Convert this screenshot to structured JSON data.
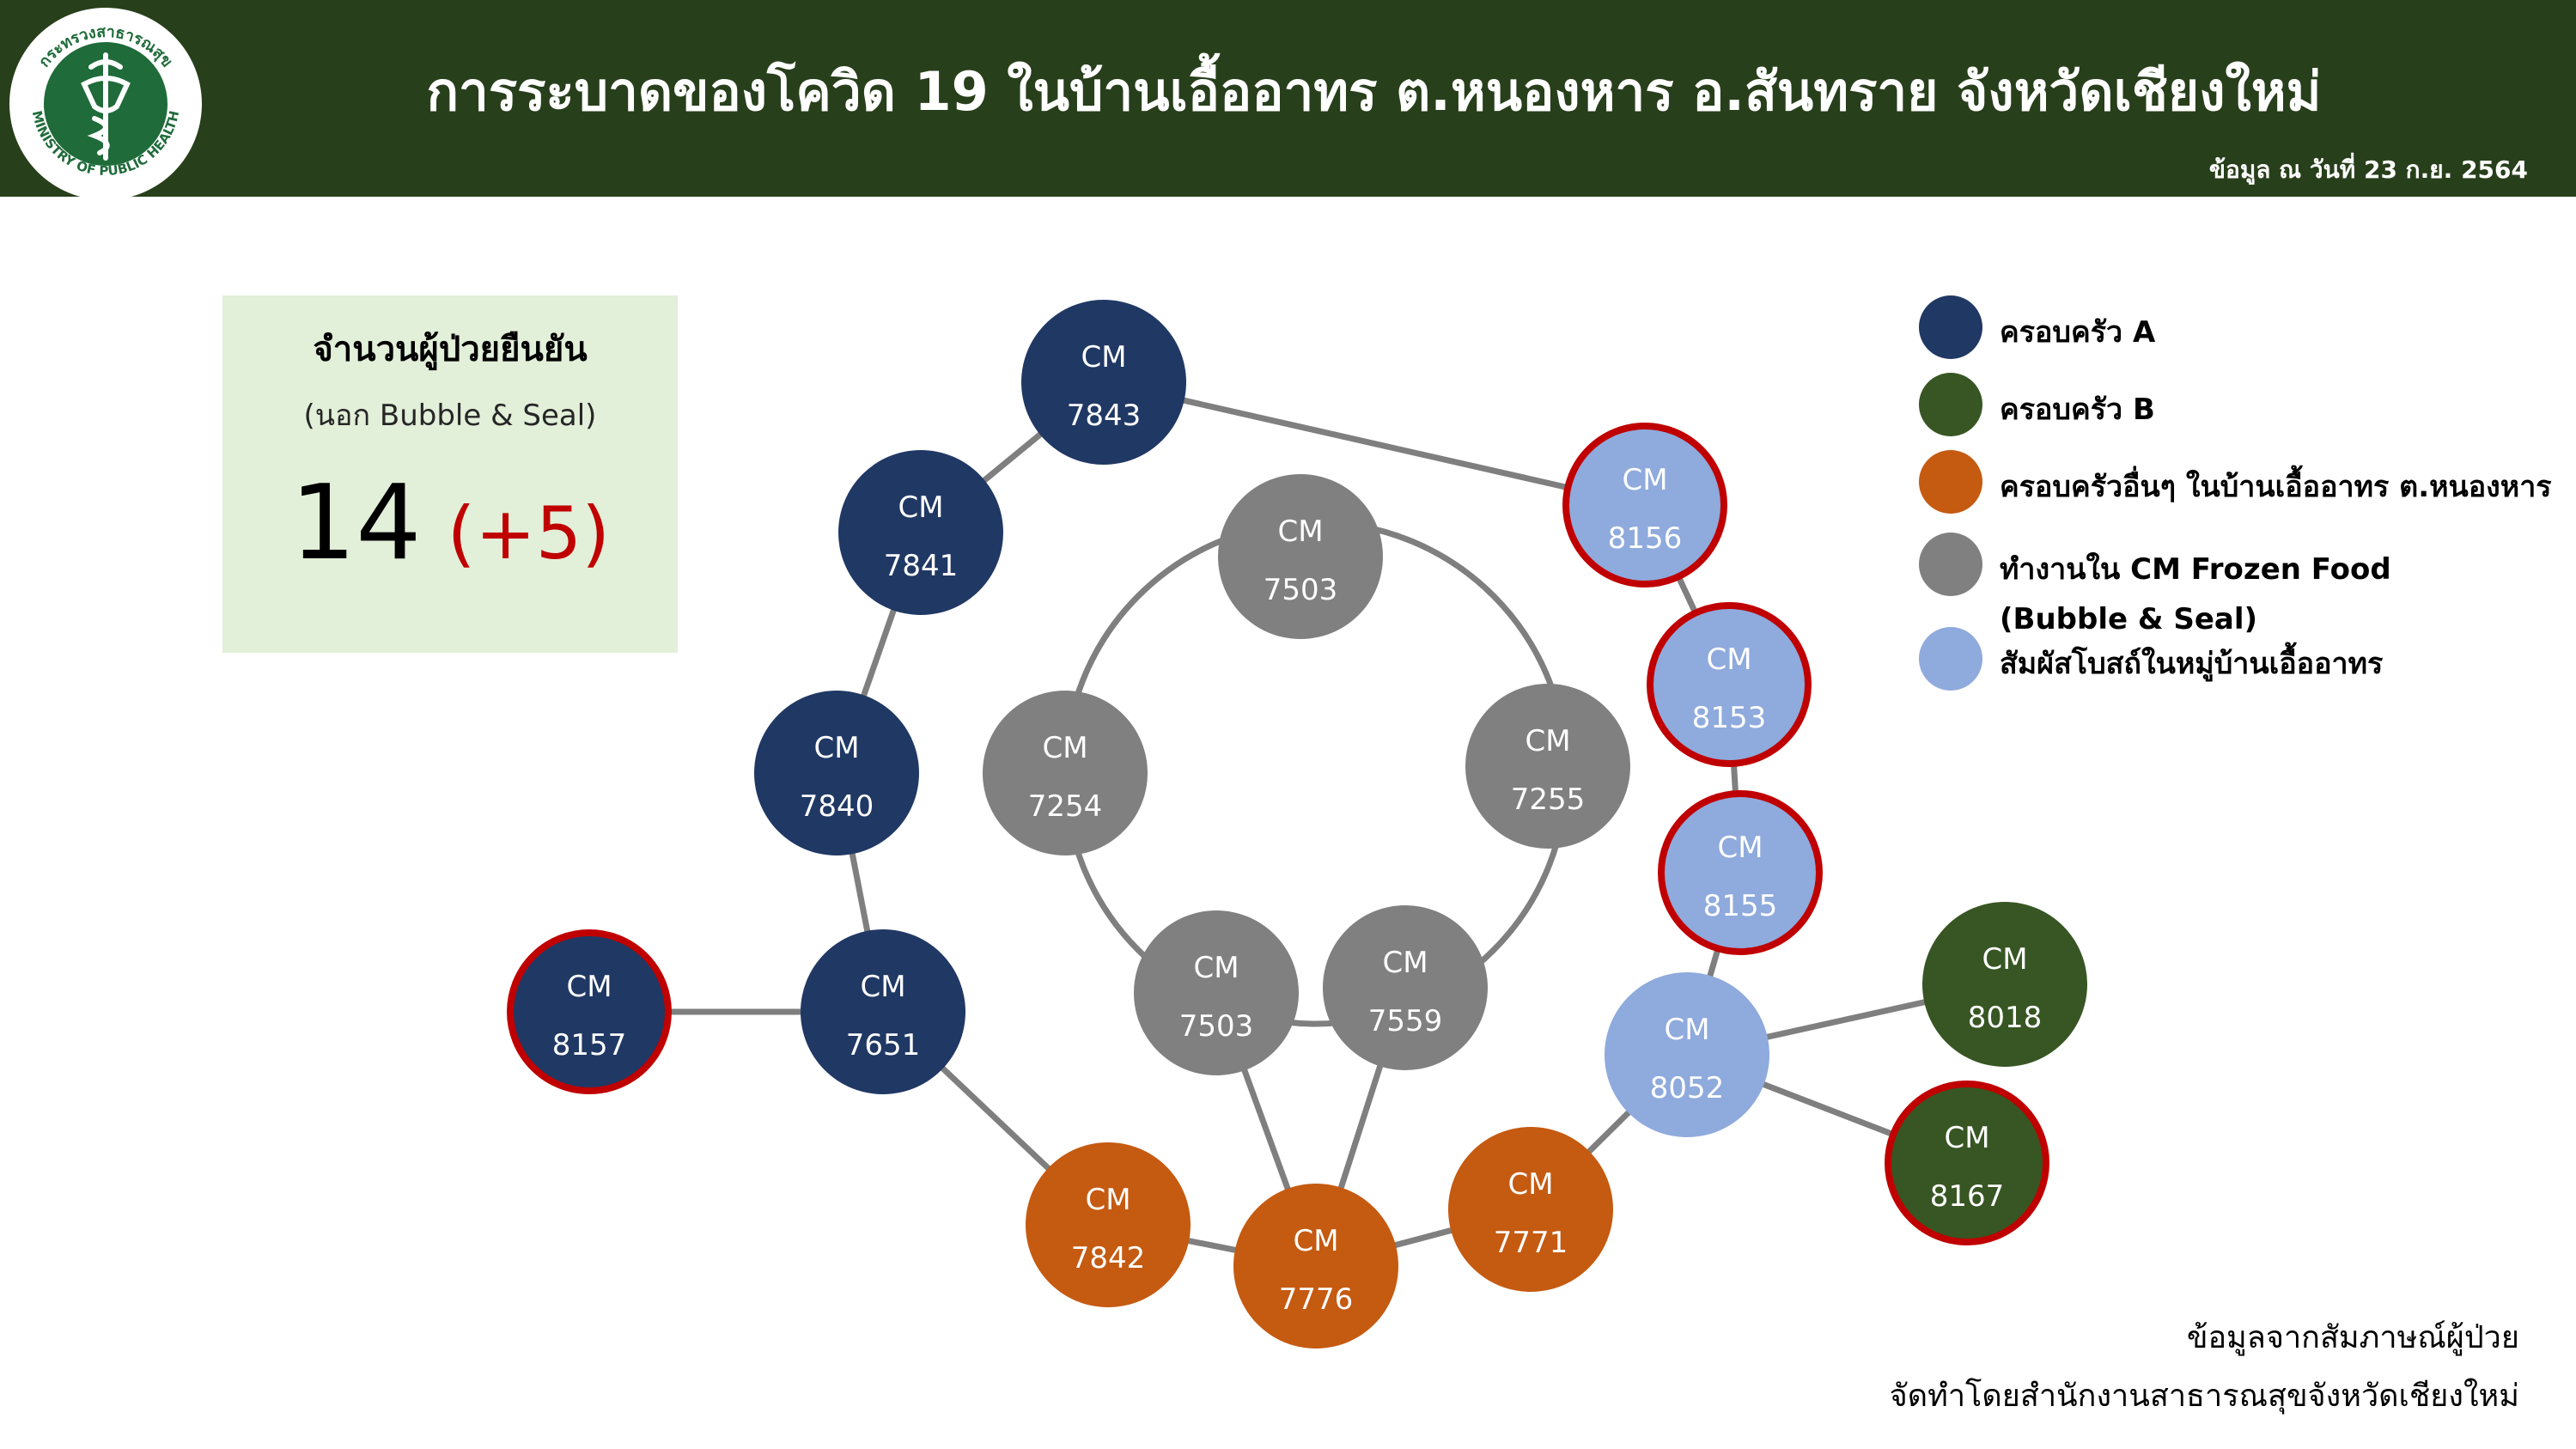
{
  "header": {
    "title": "การระบาดของโควิด 19 ในบ้านเอื้ออาทร ต.หนองหาร อ.สันทราย จังหวัดเชียงใหม่",
    "date": "ข้อมูล ณ วันที่ 23 ก.ย. 2564",
    "logo": {
      "icon": "ministry-of-public-health-seal",
      "text": "MINISTRY OF PUBLIC HEALTH",
      "thai_text": "กระทรวงสาธารณสุข",
      "bg_color": "#1f6b3a"
    }
  },
  "summary": {
    "label": "จำนวนผู้ป่วยยืนยัน",
    "sublabel": "(นอก Bubble & Seal)",
    "value": "14",
    "delta": "(+5)"
  },
  "colors": {
    "family_a": "#203864",
    "family_b": "#375623",
    "other_family": "#c55a11",
    "cm_frozen": "#808080",
    "contact": "#8faadc",
    "new_case_ring": "#c00000",
    "edge": "#7f7f7f"
  },
  "legend": [
    {
      "label": "ครอบครัว A",
      "group": "family_a"
    },
    {
      "label": "ครอบครัว B",
      "group": "family_b"
    },
    {
      "label": "ครอบครัวอื่นๆ ในบ้านเอื้ออาทร ต.หนองหาร",
      "group": "other_family"
    },
    {
      "label": "ทำงานใน CM Frozen Food",
      "label2": "(Bubble & Seal)",
      "group": "cm_frozen"
    },
    {
      "label": "สัมผัสโบสถ์ในหมู่บ้านเอื้ออาทร",
      "group": "contact"
    }
  ],
  "nodes": [
    {
      "id": "7843",
      "prefix": "CM",
      "code": "7843",
      "group": "family_a",
      "new": false
    },
    {
      "id": "7841",
      "prefix": "CM",
      "code": "7841",
      "group": "family_a",
      "new": false
    },
    {
      "id": "7840",
      "prefix": "CM",
      "code": "7840",
      "group": "family_a",
      "new": false
    },
    {
      "id": "7651",
      "prefix": "CM",
      "code": "7651",
      "group": "family_a",
      "new": false
    },
    {
      "id": "8157",
      "prefix": "CM",
      "code": "8157",
      "group": "family_a",
      "new": true
    },
    {
      "id": "7842",
      "prefix": "CM",
      "code": "7842",
      "group": "other_family",
      "new": false
    },
    {
      "id": "7776",
      "prefix": "CM",
      "code": "7776",
      "group": "other_family",
      "new": false
    },
    {
      "id": "7771",
      "prefix": "CM",
      "code": "7771",
      "group": "other_family",
      "new": false
    },
    {
      "id": "8052",
      "prefix": "CM",
      "code": "8052",
      "group": "contact",
      "new": false
    },
    {
      "id": "8155",
      "prefix": "CM",
      "code": "8155",
      "group": "contact",
      "new": true
    },
    {
      "id": "8153",
      "prefix": "CM",
      "code": "8153",
      "group": "contact",
      "new": true
    },
    {
      "id": "8156",
      "prefix": "CM",
      "code": "8156",
      "group": "contact",
      "new": true
    },
    {
      "id": "8018",
      "prefix": "CM",
      "code": "8018",
      "group": "family_b",
      "new": false
    },
    {
      "id": "8167",
      "prefix": "CM",
      "code": "8167",
      "group": "family_b",
      "new": true
    },
    {
      "id": "7503a",
      "prefix": "CM",
      "code": "7503",
      "group": "cm_frozen",
      "new": false
    },
    {
      "id": "7255",
      "prefix": "CM",
      "code": "7255",
      "group": "cm_frozen",
      "new": false
    },
    {
      "id": "7559",
      "prefix": "CM",
      "code": "7559",
      "group": "cm_frozen",
      "new": false
    },
    {
      "id": "7503b",
      "prefix": "CM",
      "code": "7503",
      "group": "cm_frozen",
      "new": false
    },
    {
      "id": "7254",
      "prefix": "CM",
      "code": "7254",
      "group": "cm_frozen",
      "new": false
    }
  ],
  "edges": [
    [
      "7843",
      "8156"
    ],
    [
      "7843",
      "7841"
    ],
    [
      "7841",
      "7840"
    ],
    [
      "7840",
      "7651"
    ],
    [
      "8157",
      "7651"
    ],
    [
      "7651",
      "7842"
    ],
    [
      "7842",
      "7776"
    ],
    [
      "7776",
      "7771"
    ],
    [
      "7771",
      "8052"
    ],
    [
      "8052",
      "8155"
    ],
    [
      "8155",
      "8153"
    ],
    [
      "8153",
      "8156"
    ],
    [
      "8052",
      "8018"
    ],
    [
      "8052",
      "8167"
    ],
    [
      "7776",
      "7503b"
    ],
    [
      "7776",
      "7559"
    ]
  ],
  "source": {
    "line1": "ข้อมูลจากสัมภาษณ์ผู้ป่วย",
    "line2": "จัดทำโดยสำนักงานสาธารณสุขจังหวัดเชียงใหม่"
  }
}
